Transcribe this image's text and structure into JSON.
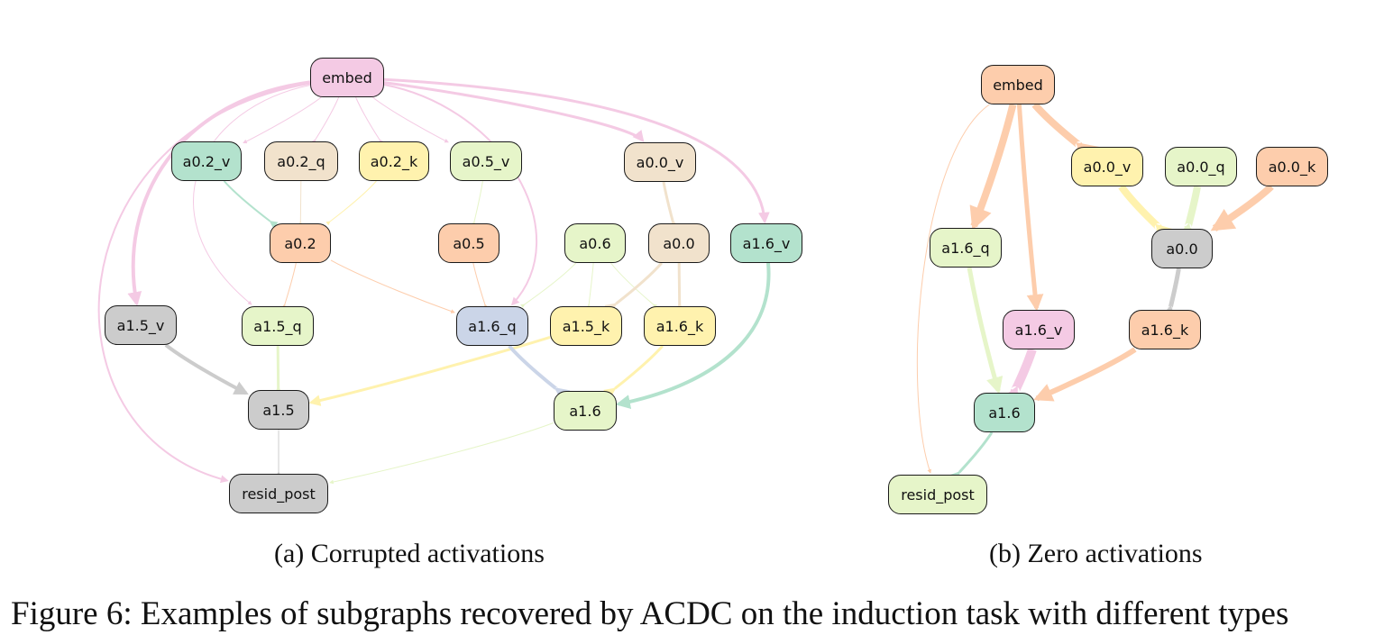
{
  "colors": {
    "green": "#b3e2cd",
    "tan": "#f1e2cc",
    "yellow": "#fff2ae",
    "lime": "#e6f5c9",
    "orange": "#fdcdac",
    "gray": "#cccccc",
    "blue": "#cbd5e8",
    "pink": "#f4cae4"
  },
  "graphs": [
    {
      "id": "a",
      "caption": "(a) Corrupted activations",
      "nodes": [
        {
          "id": "embed",
          "label": "embed",
          "color": "pink"
        },
        {
          "id": "a0.2_v",
          "label": "a0.2_v",
          "color": "green"
        },
        {
          "id": "a0.2_q",
          "label": "a0.2_q",
          "color": "tan"
        },
        {
          "id": "a0.2_k",
          "label": "a0.2_k",
          "color": "yellow"
        },
        {
          "id": "a0.5_v",
          "label": "a0.5_v",
          "color": "lime"
        },
        {
          "id": "a0.0_v",
          "label": "a0.0_v",
          "color": "tan"
        },
        {
          "id": "a0.2",
          "label": "a0.2",
          "color": "orange"
        },
        {
          "id": "a0.5",
          "label": "a0.5",
          "color": "orange"
        },
        {
          "id": "a0.6",
          "label": "a0.6",
          "color": "lime"
        },
        {
          "id": "a0.0",
          "label": "a0.0",
          "color": "tan"
        },
        {
          "id": "a1.6_v",
          "label": "a1.6_v",
          "color": "green"
        },
        {
          "id": "a1.5_v",
          "label": "a1.5_v",
          "color": "gray"
        },
        {
          "id": "a1.5_q",
          "label": "a1.5_q",
          "color": "lime"
        },
        {
          "id": "a1.6_q",
          "label": "a1.6_q",
          "color": "blue"
        },
        {
          "id": "a1.5_k",
          "label": "a1.5_k",
          "color": "yellow"
        },
        {
          "id": "a1.6_k",
          "label": "a1.6_k",
          "color": "yellow"
        },
        {
          "id": "a1.5",
          "label": "a1.5",
          "color": "gray"
        },
        {
          "id": "a1.6",
          "label": "a1.6",
          "color": "lime"
        },
        {
          "id": "resid_post",
          "label": "resid_post",
          "color": "gray"
        }
      ],
      "edges": [
        {
          "from": "embed",
          "to": "a0.2_v",
          "color": "pink",
          "weight": 1
        },
        {
          "from": "embed",
          "to": "a0.2_q",
          "color": "pink",
          "weight": 1
        },
        {
          "from": "embed",
          "to": "a0.2_k",
          "color": "pink",
          "weight": 1
        },
        {
          "from": "embed",
          "to": "a0.5_v",
          "color": "pink",
          "weight": 1
        },
        {
          "from": "embed",
          "to": "a0.0_v",
          "color": "pink",
          "weight": 3
        },
        {
          "from": "embed",
          "to": "a1.6_v",
          "color": "pink",
          "weight": 3
        },
        {
          "from": "embed",
          "to": "a1.5_v",
          "color": "pink",
          "weight": 4
        },
        {
          "from": "embed",
          "to": "a1.5_q",
          "color": "pink",
          "weight": 1
        },
        {
          "from": "embed",
          "to": "a1.6_q",
          "color": "pink",
          "weight": 2
        },
        {
          "from": "embed",
          "to": "resid_post",
          "color": "pink",
          "weight": 2
        },
        {
          "from": "a0.2_v",
          "to": "a0.2",
          "color": "green",
          "weight": 2
        },
        {
          "from": "a0.2_q",
          "to": "a0.2",
          "color": "tan",
          "weight": 1
        },
        {
          "from": "a0.2_k",
          "to": "a0.2",
          "color": "yellow",
          "weight": 1
        },
        {
          "from": "a0.5_v",
          "to": "a0.5",
          "color": "lime",
          "weight": 1
        },
        {
          "from": "a0.0_v",
          "to": "a0.0",
          "color": "tan",
          "weight": 3
        },
        {
          "from": "a0.2",
          "to": "a1.5_q",
          "color": "orange",
          "weight": 1
        },
        {
          "from": "a0.2",
          "to": "a1.6_q",
          "color": "orange",
          "weight": 1
        },
        {
          "from": "a0.5",
          "to": "a1.6_q",
          "color": "orange",
          "weight": 1
        },
        {
          "from": "a0.6",
          "to": "a1.6_q",
          "color": "lime",
          "weight": 1
        },
        {
          "from": "a0.6",
          "to": "a1.5_k",
          "color": "lime",
          "weight": 1
        },
        {
          "from": "a0.6",
          "to": "a1.6_k",
          "color": "lime",
          "weight": 1
        },
        {
          "from": "a0.0",
          "to": "a1.5_k",
          "color": "tan",
          "weight": 3
        },
        {
          "from": "a0.0",
          "to": "a1.6_k",
          "color": "tan",
          "weight": 3
        },
        {
          "from": "a1.5_v",
          "to": "a1.5",
          "color": "gray",
          "weight": 4
        },
        {
          "from": "a1.5_q",
          "to": "a1.5",
          "color": "lime",
          "weight": 3
        },
        {
          "from": "a1.5_k",
          "to": "a1.5",
          "color": "yellow",
          "weight": 3
        },
        {
          "from": "a1.6_q",
          "to": "a1.6",
          "color": "blue",
          "weight": 4
        },
        {
          "from": "a1.6_k",
          "to": "a1.6",
          "color": "yellow",
          "weight": 3
        },
        {
          "from": "a1.6_v",
          "to": "a1.6",
          "color": "green",
          "weight": 4
        },
        {
          "from": "a1.5",
          "to": "resid_post",
          "color": "gray",
          "weight": 1
        },
        {
          "from": "a1.6",
          "to": "resid_post",
          "color": "lime",
          "weight": 1
        }
      ]
    },
    {
      "id": "b",
      "caption": "(b) Zero activations",
      "nodes": [
        {
          "id": "embed",
          "label": "embed",
          "color": "orange"
        },
        {
          "id": "a0.0_v",
          "label": "a0.0_v",
          "color": "yellow"
        },
        {
          "id": "a0.0_q",
          "label": "a0.0_q",
          "color": "lime"
        },
        {
          "id": "a0.0_k",
          "label": "a0.0_k",
          "color": "orange"
        },
        {
          "id": "a1.6_q",
          "label": "a1.6_q",
          "color": "lime"
        },
        {
          "id": "a0.0",
          "label": "a0.0",
          "color": "gray"
        },
        {
          "id": "a1.6_v",
          "label": "a1.6_v",
          "color": "pink"
        },
        {
          "id": "a1.6_k",
          "label": "a1.6_k",
          "color": "orange"
        },
        {
          "id": "a1.6",
          "label": "a1.6",
          "color": "green"
        },
        {
          "id": "resid_post",
          "label": "resid_post",
          "color": "lime"
        }
      ],
      "edges": [
        {
          "from": "embed",
          "to": "a0.0_v",
          "color": "orange",
          "weight": 8
        },
        {
          "from": "embed",
          "to": "a1.6_q",
          "color": "orange",
          "weight": 8
        },
        {
          "from": "embed",
          "to": "a1.6_v",
          "color": "orange",
          "weight": 5
        },
        {
          "from": "embed",
          "to": "resid_post",
          "color": "orange",
          "weight": 1
        },
        {
          "from": "a0.0_v",
          "to": "a0.0",
          "color": "yellow",
          "weight": 8
        },
        {
          "from": "a0.0_q",
          "to": "a0.0",
          "color": "lime",
          "weight": 8
        },
        {
          "from": "a0.0_k",
          "to": "a0.0",
          "color": "orange",
          "weight": 8
        },
        {
          "from": "a0.0",
          "to": "a1.6_k",
          "color": "gray",
          "weight": 5
        },
        {
          "from": "a1.6_q",
          "to": "a1.6",
          "color": "lime",
          "weight": 5
        },
        {
          "from": "a1.6_v",
          "to": "a1.6",
          "color": "pink",
          "weight": 10
        },
        {
          "from": "a1.6_k",
          "to": "a1.6",
          "color": "orange",
          "weight": 6
        },
        {
          "from": "a1.6",
          "to": "resid_post",
          "color": "green",
          "weight": 3
        }
      ]
    }
  ],
  "figure_caption": "Figure 6: Examples of subgraphs recovered by ACDC on the induction task with different types"
}
